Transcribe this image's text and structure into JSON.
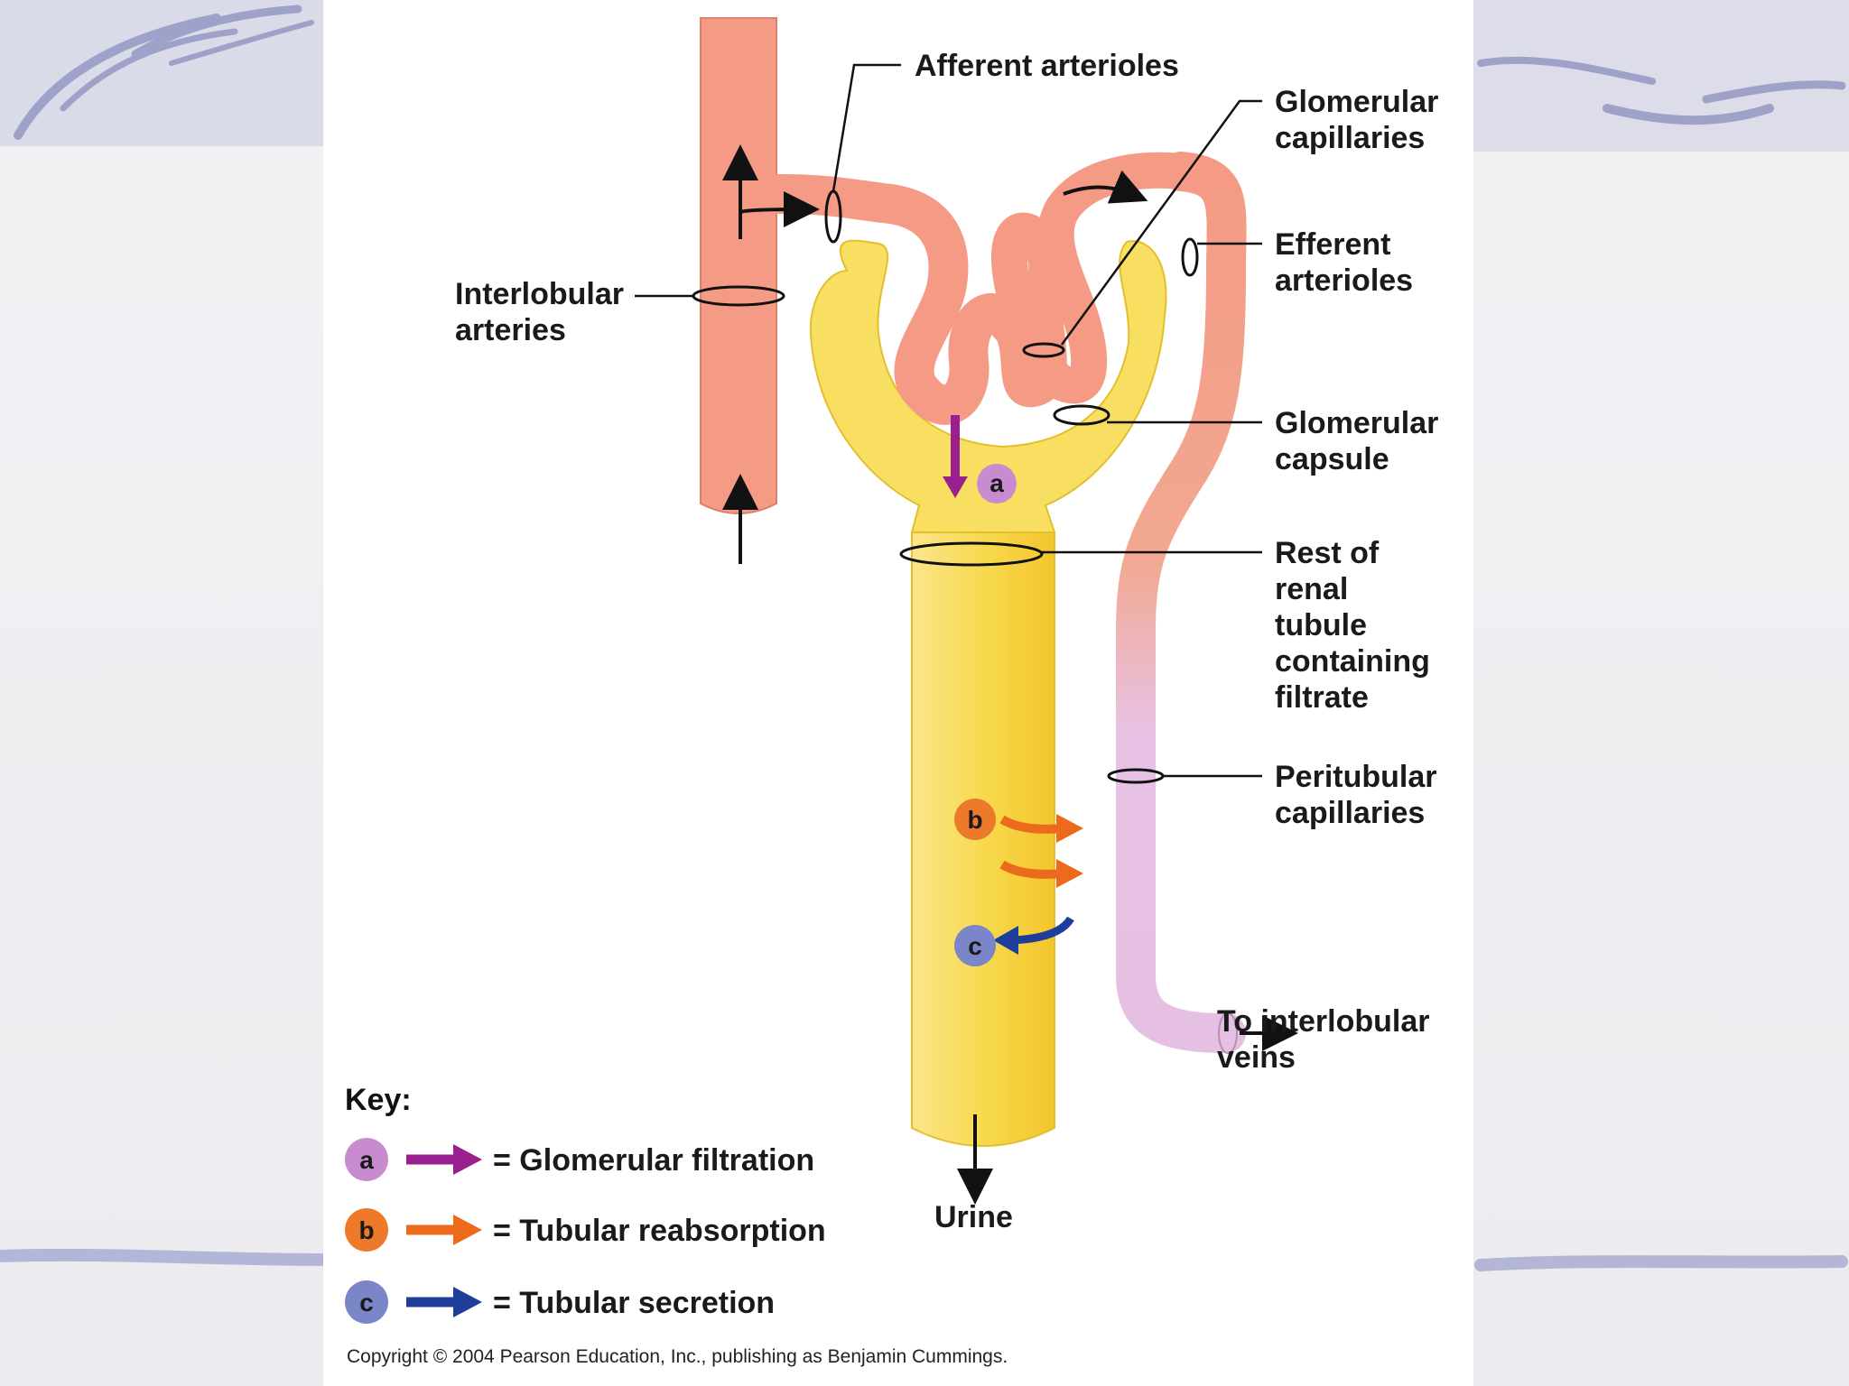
{
  "labels": {
    "afferent": "Afferent arterioles",
    "glomerular_capillaries": [
      "Glomerular",
      "capillaries"
    ],
    "efferent": [
      "Efferent",
      "arterioles"
    ],
    "interlobular_arteries": [
      "Interlobular",
      "arteries"
    ],
    "glomerular_capsule": [
      "Glomerular",
      "capsule"
    ],
    "renal_tubule": [
      "Rest of",
      "renal",
      "tubule",
      "containing",
      "filtrate"
    ],
    "peritubular": [
      "Peritubular",
      "capillaries"
    ],
    "to_veins": [
      "To interlobular",
      "veins"
    ],
    "urine": "Urine"
  },
  "key": {
    "title": "Key:",
    "items": [
      {
        "badge": "a",
        "text": "= Glomerular filtration",
        "badge_color": "#c98bd0",
        "arrow_color": "#9a1f8f"
      },
      {
        "badge": "b",
        "text": "= Tubular reabsorption",
        "badge_color": "#ec7a2a",
        "arrow_color": "#ec6a1c"
      },
      {
        "badge": "c",
        "text": "= Tubular secretion",
        "badge_color": "#7a86c8",
        "arrow_color": "#1f3d9a"
      }
    ]
  },
  "badges": {
    "a": "a",
    "b": "b",
    "c": "c"
  },
  "copyright": "Copyright © 2004 Pearson Education, Inc., publishing as Benjamin Cummings.",
  "colors": {
    "artery": "#f49a85",
    "artery_stroke": "#e88671",
    "tubule": "#f7da55",
    "tubule_light": "#fbe98f",
    "peritubular": "#e8c2e4"
  }
}
